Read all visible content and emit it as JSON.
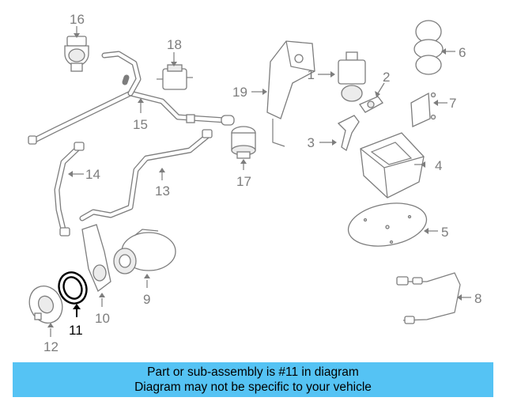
{
  "diagram": {
    "callouts": {
      "c1": "1",
      "c2": "2",
      "c3": "3",
      "c4": "4",
      "c5": "5",
      "c6": "6",
      "c7": "7",
      "c8": "8",
      "c9": "9",
      "c10": "10",
      "c11": "11",
      "c12": "12",
      "c13": "13",
      "c14": "14",
      "c15": "15",
      "c16": "16",
      "c17": "17",
      "c18": "18",
      "c19": "19"
    },
    "highlighted_part": "11",
    "colors": {
      "line": "#7d7d7d",
      "highlight": "#000000",
      "banner": "#55c3f4"
    }
  },
  "banner": {
    "line1": "Part or sub-assembly is #11 in diagram",
    "line2": "Diagram may not be specific to your vehicle"
  }
}
